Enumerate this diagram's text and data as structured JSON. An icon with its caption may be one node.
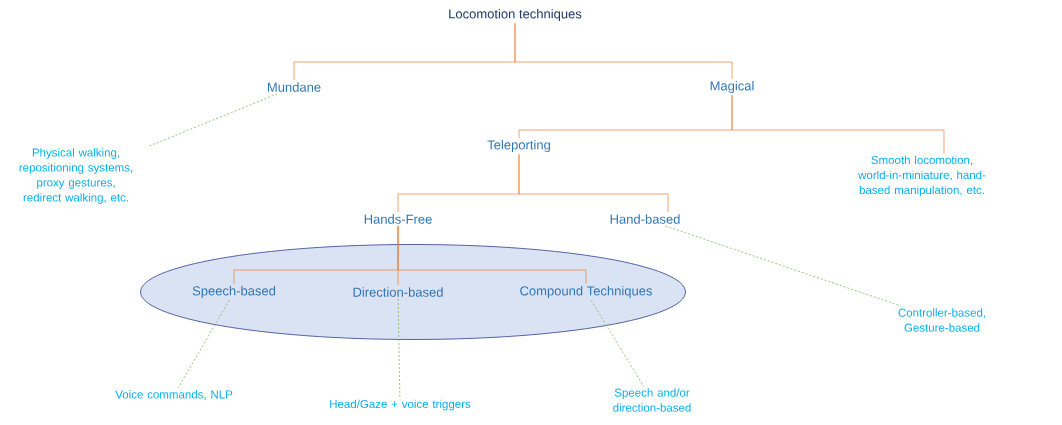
{
  "diagram": {
    "nodes": [
      {
        "text": [
          "Locomotion techniques"
        ]
      },
      {
        "text": [
          "Mundane"
        ]
      },
      {
        "text": [
          "Magical"
        ]
      },
      {
        "text": [
          "Physical walking, repositioning systems, proxy gestures, redirect walking, etc."
        ]
      },
      {
        "text": [
          "Teleporting"
        ]
      },
      {
        "text": [
          "Smooth locomotion, world-in-miniature, hand-based manipulation, etc."
        ]
      },
      {
        "text": [
          "Hands-Free"
        ]
      },
      {
        "text": [
          "Hand-based"
        ]
      },
      {
        "text": [],
        "shape": "ellipse"
      },
      {
        "text": [
          "Speech-based"
        ],
        "in": 8
      },
      {
        "text": [
          "Direction-based"
        ],
        "in": 8
      },
      {
        "text": [
          "Compound Techniques"
        ],
        "in": 8
      },
      {
        "text": [
          "Controller-based, Gesture-based"
        ]
      },
      {
        "text": [
          "Voice commands, NLP"
        ]
      },
      {
        "text": [
          "Head/Gaze + voice triggers"
        ]
      },
      {
        "text": [
          "Speech and/or direction-based"
        ]
      }
    ],
    "edges": [
      {
        "from": 0,
        "to": 1,
        "arrow": "none"
      },
      {
        "from": 0,
        "to": 2,
        "arrow": "none"
      },
      {
        "from": 2,
        "to": 4,
        "arrow": "none"
      },
      {
        "from": 2,
        "to": 5,
        "arrow": "none"
      },
      {
        "from": 4,
        "to": 6,
        "arrow": "none"
      },
      {
        "from": 4,
        "to": 7,
        "arrow": "none"
      },
      {
        "from": 6,
        "to": 9,
        "arrow": "none"
      },
      {
        "from": 6,
        "to": 10,
        "arrow": "none"
      },
      {
        "from": 6,
        "to": 11,
        "arrow": "none"
      },
      {
        "from": 3,
        "to": 1,
        "arrow": "none",
        "style": "dashed",
        "color": "#70ad47"
      },
      {
        "from": 7,
        "to": 12,
        "arrow": "none",
        "style": "dashed",
        "color": "#70ad47"
      },
      {
        "from": 9,
        "to": 13,
        "arrow": "none",
        "style": "dashed",
        "color": "#70ad47"
      },
      {
        "from": 10,
        "to": 14,
        "arrow": "none",
        "style": "dashed",
        "color": "#70ad47"
      },
      {
        "from": 11,
        "to": 15,
        "arrow": "none",
        "style": "dashed",
        "color": "#70ad47"
      }
    ]
  }
}
